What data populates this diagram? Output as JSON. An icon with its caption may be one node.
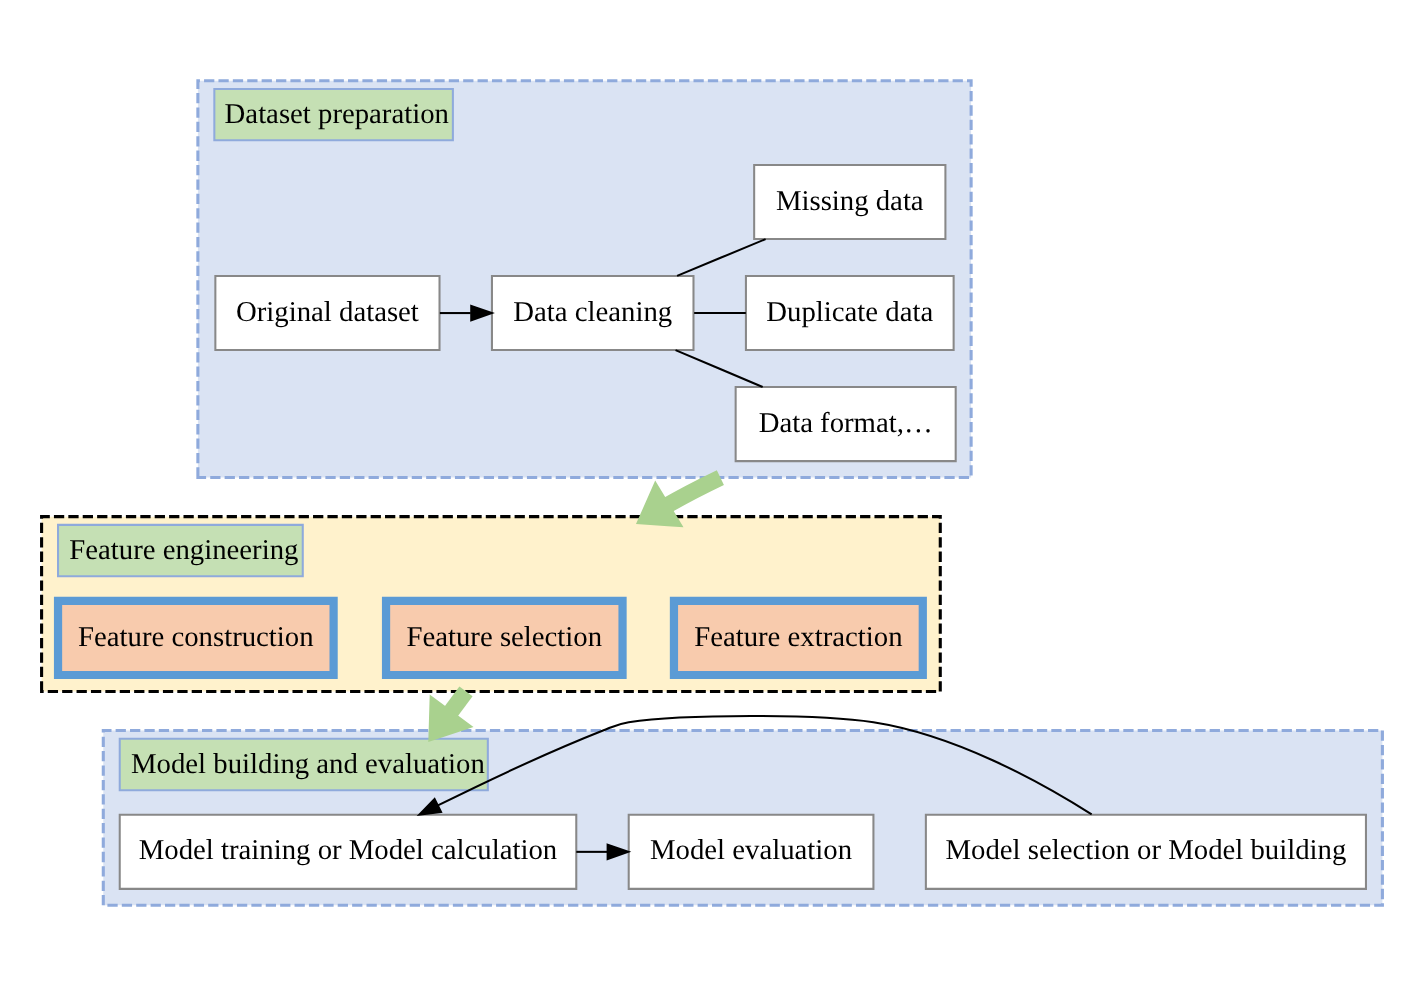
{
  "diagram": {
    "nodes": [
      {
        "text": [
          "Dataset preparation"
        ]
      },
      {
        "text": [
          "Original dataset"
        ],
        "in": 0
      },
      {
        "text": [
          "Data cleaning"
        ],
        "in": 0
      },
      {
        "text": [
          "Missing data"
        ],
        "in": 0
      },
      {
        "text": [
          "Duplicate data"
        ],
        "in": 0
      },
      {
        "text": [
          "Data format,…"
        ],
        "in": 0
      },
      {
        "text": [
          "Feature engineering"
        ]
      },
      {
        "text": [
          "Feature construction"
        ],
        "in": 6
      },
      {
        "text": [
          "Feature selection"
        ],
        "in": 6
      },
      {
        "text": [
          "Feature extraction"
        ],
        "in": 6
      },
      {
        "text": [
          "Model building and evaluation"
        ]
      },
      {
        "text": [
          "Model selection or Model building"
        ],
        "in": 10
      },
      {
        "text": [
          "Model training or Model calculation"
        ],
        "in": 10
      },
      {
        "text": [
          "Model evaluation"
        ],
        "in": 10
      }
    ],
    "edges": [
      {
        "from": 1,
        "to": 2,
        "arrow": "to"
      },
      {
        "from": 2,
        "to": 3,
        "arrow": "none"
      },
      {
        "from": 2,
        "to": 4,
        "arrow": "none"
      },
      {
        "from": 2,
        "to": 5,
        "arrow": "none"
      },
      {
        "from": 0,
        "to": 6,
        "arrow": "to",
        "style": "thick",
        "color": "#a9d18e"
      },
      {
        "from": 6,
        "to": 10,
        "arrow": "to",
        "style": "thick",
        "color": "#a9d18e"
      },
      {
        "from": 11,
        "to": 12,
        "arrow": "to"
      },
      {
        "from": 12,
        "to": 13,
        "arrow": "to"
      }
    ]
  }
}
